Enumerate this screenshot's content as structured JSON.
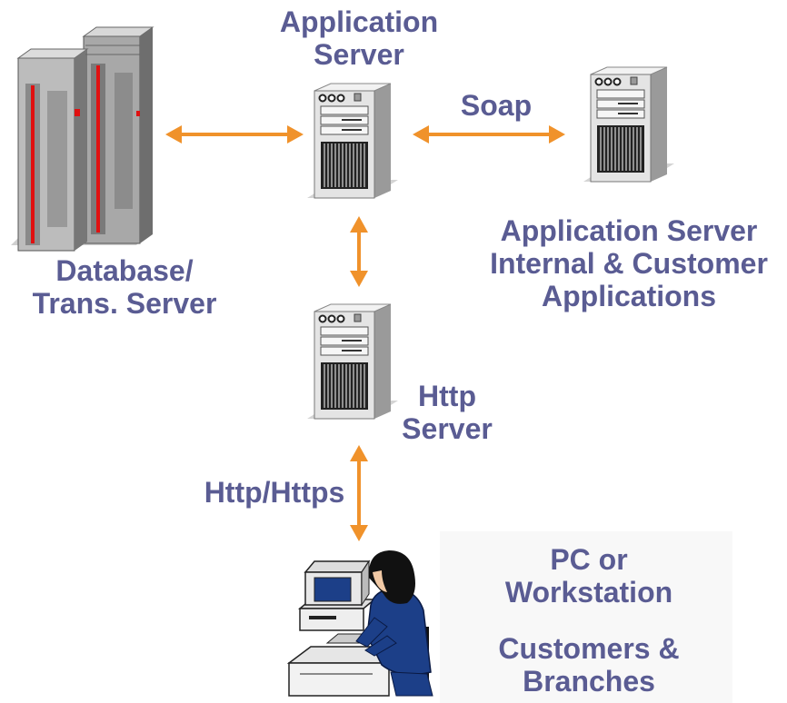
{
  "labels": {
    "app_server_top": [
      "Application",
      "Server"
    ],
    "database": [
      "Database/",
      "Trans. Server"
    ],
    "soap": "Soap",
    "app_server_right": [
      "Application Server",
      "Internal & Customer",
      "Applications"
    ],
    "http_server": [
      "Http",
      "Server"
    ],
    "http_https": "Http/Https",
    "pc": [
      "PC or",
      "Workstation"
    ],
    "customers": [
      "Customers &",
      "Branches"
    ]
  },
  "colors": {
    "label_text": "#5a5c93",
    "arrow": "#f0922b",
    "mainframe_accent": "#e01010",
    "server_body": "#e4e4e4",
    "person_clothing": "#1c3f88"
  },
  "icons": {
    "database": "mainframe-icon",
    "app_server": "tower-server-icon",
    "http_server": "tower-server-icon",
    "workstation": "person-at-computer-icon"
  }
}
